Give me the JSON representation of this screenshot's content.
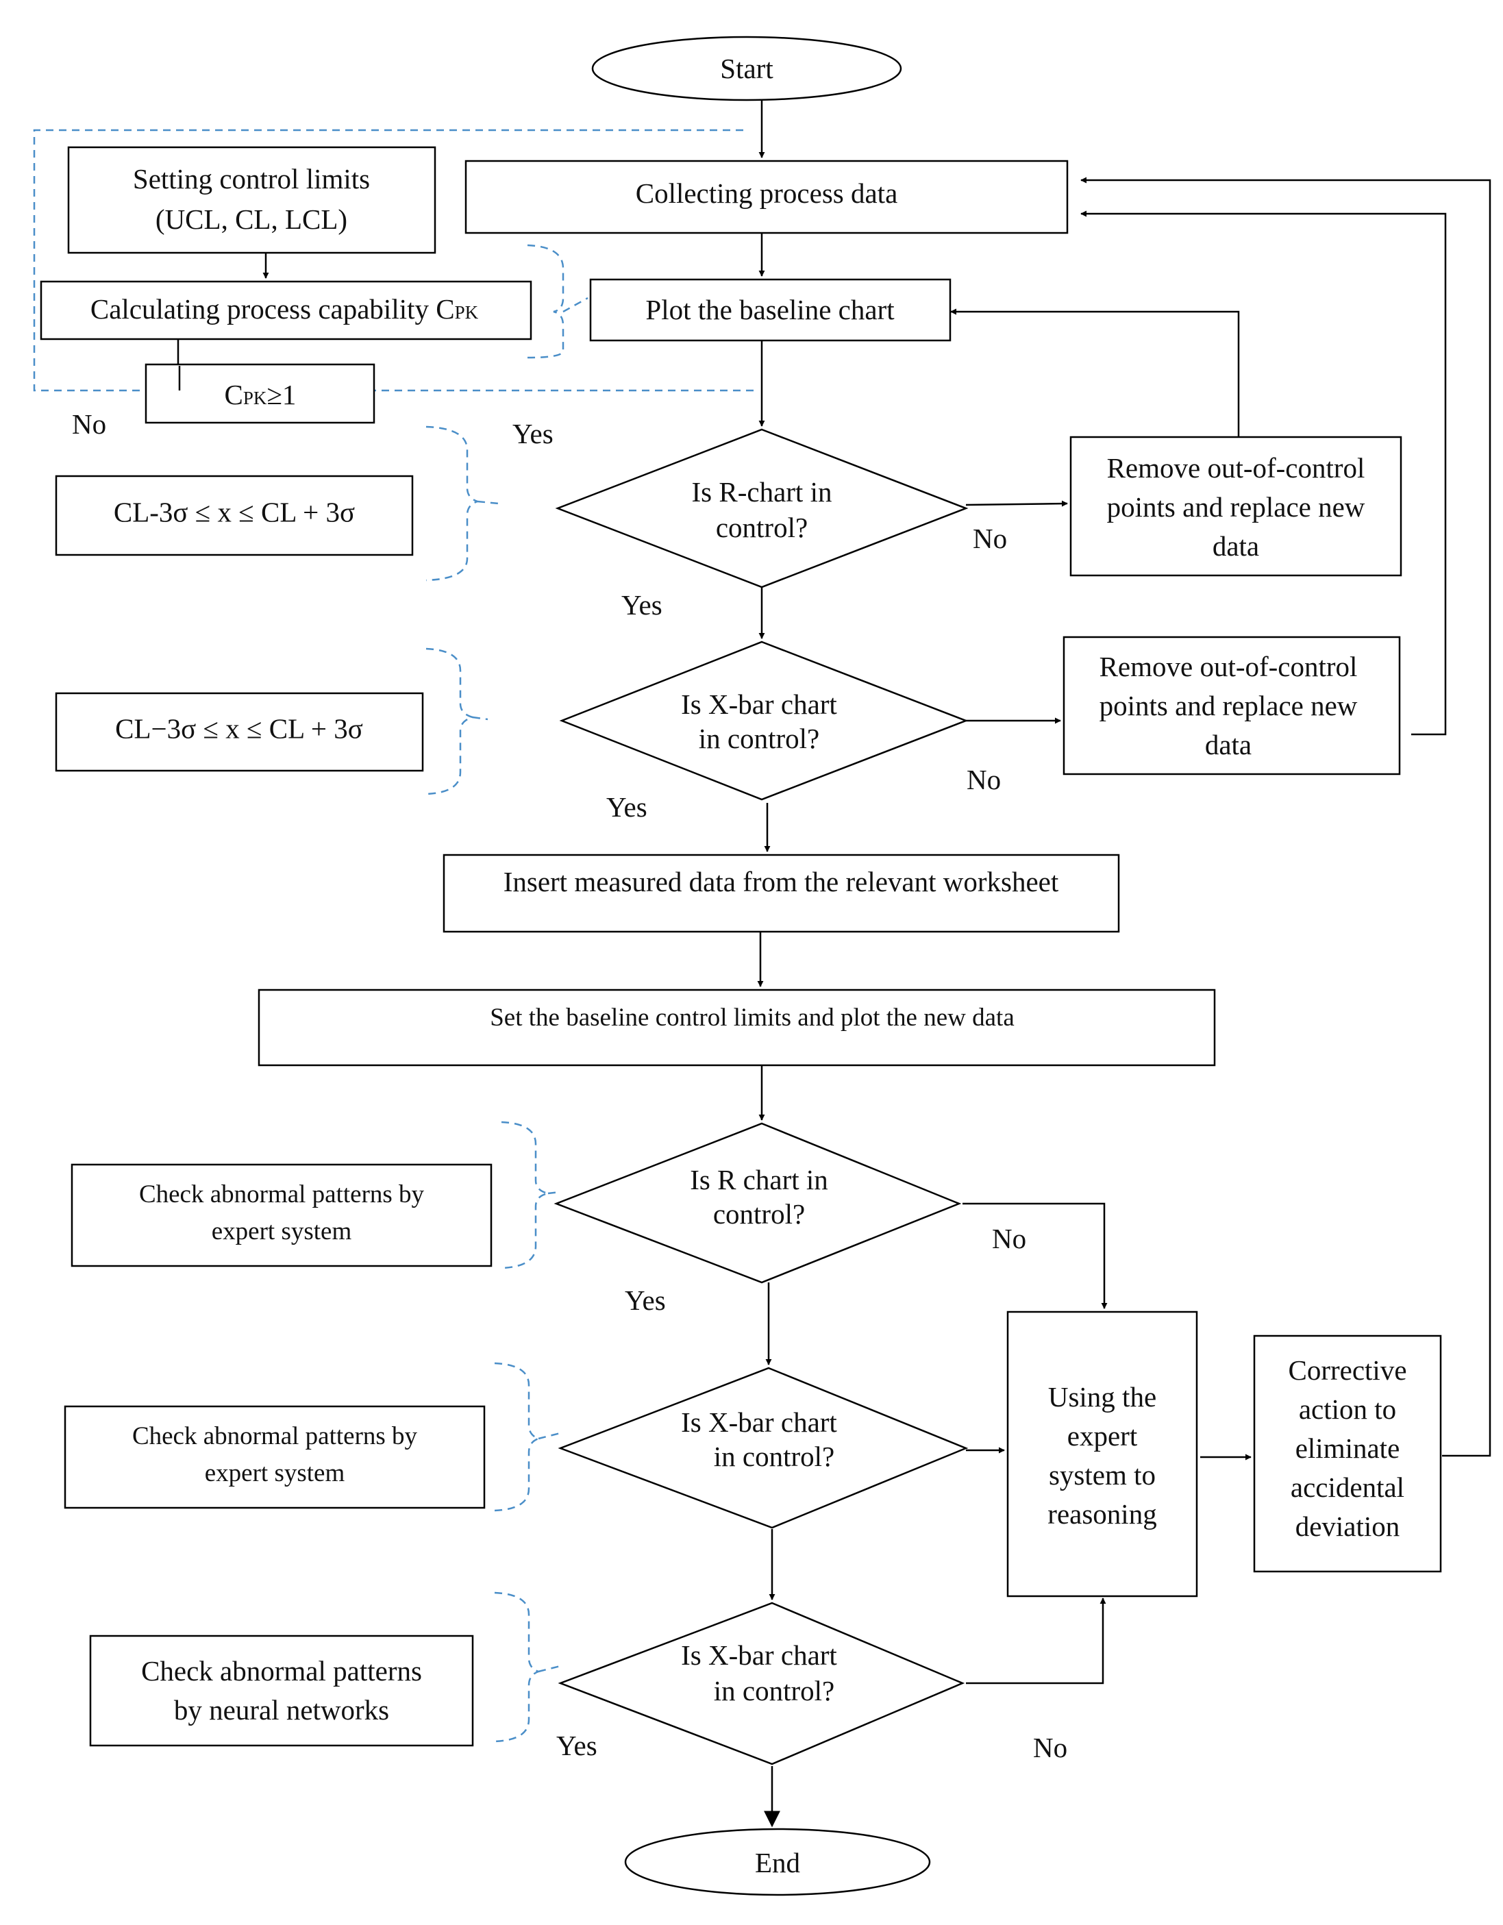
{
  "nodes": {
    "start": "Start",
    "collect": "Collecting process data",
    "plot_baseline": "Plot the baseline chart",
    "set_limits": [
      "Setting control limits",
      "(UCL, CL, LCL)"
    ],
    "calc_cpk": "Calculating process capability C",
    "calc_cpk_sub": "PK",
    "cpk_check": "C",
    "cpk_check_sub": "PK",
    "cpk_check_rel": "≥1",
    "d_r1": [
      "Is R-chart in",
      "control?"
    ],
    "remove1": [
      "Remove out-of-control",
      "points and replace new",
      "data"
    ],
    "d_x1": [
      "Is X-bar chart",
      "in control?"
    ],
    "remove2": [
      "Remove out-of-control",
      "points and replace new",
      "data"
    ],
    "insert": "Insert measured data from the relevant worksheet",
    "set_baseline": "Set the baseline control limits and plot the new data",
    "d_r2": [
      "Is R chart in",
      "control?"
    ],
    "d_x2": [
      "Is X-bar chart",
      "in control?"
    ],
    "d_x3": [
      "Is X-bar chart",
      "in control?"
    ],
    "expert": [
      "Using the",
      "expert",
      "system to",
      "reasoning"
    ],
    "corrective": [
      "Corrective",
      "action to",
      "eliminate",
      "accidental",
      "deviation"
    ],
    "end": "End"
  },
  "notes": {
    "limit1": "CL-3σ ≤ x ≤ CL + 3σ",
    "limit2": "CL−3σ ≤ x ≤ CL + 3σ",
    "expert1": [
      "Check abnormal patterns by",
      "expert system"
    ],
    "expert2": [
      "Check abnormal patterns by",
      "expert system"
    ],
    "neural": [
      "Check abnormal patterns",
      "by neural networks"
    ]
  },
  "labels": {
    "cpk_no": "No",
    "cpk_yes": "Yes",
    "r1_no": "No",
    "r1_yes": "Yes",
    "x1_no": "No",
    "x1_yes": "Yes",
    "r2_no": "No",
    "r2_yes": "Yes",
    "x3_yes": "Yes",
    "x3_no": "No"
  },
  "colors": {
    "line": "#000000",
    "dashed_bracket": "#4a8ec8",
    "background": "#ffffff"
  }
}
